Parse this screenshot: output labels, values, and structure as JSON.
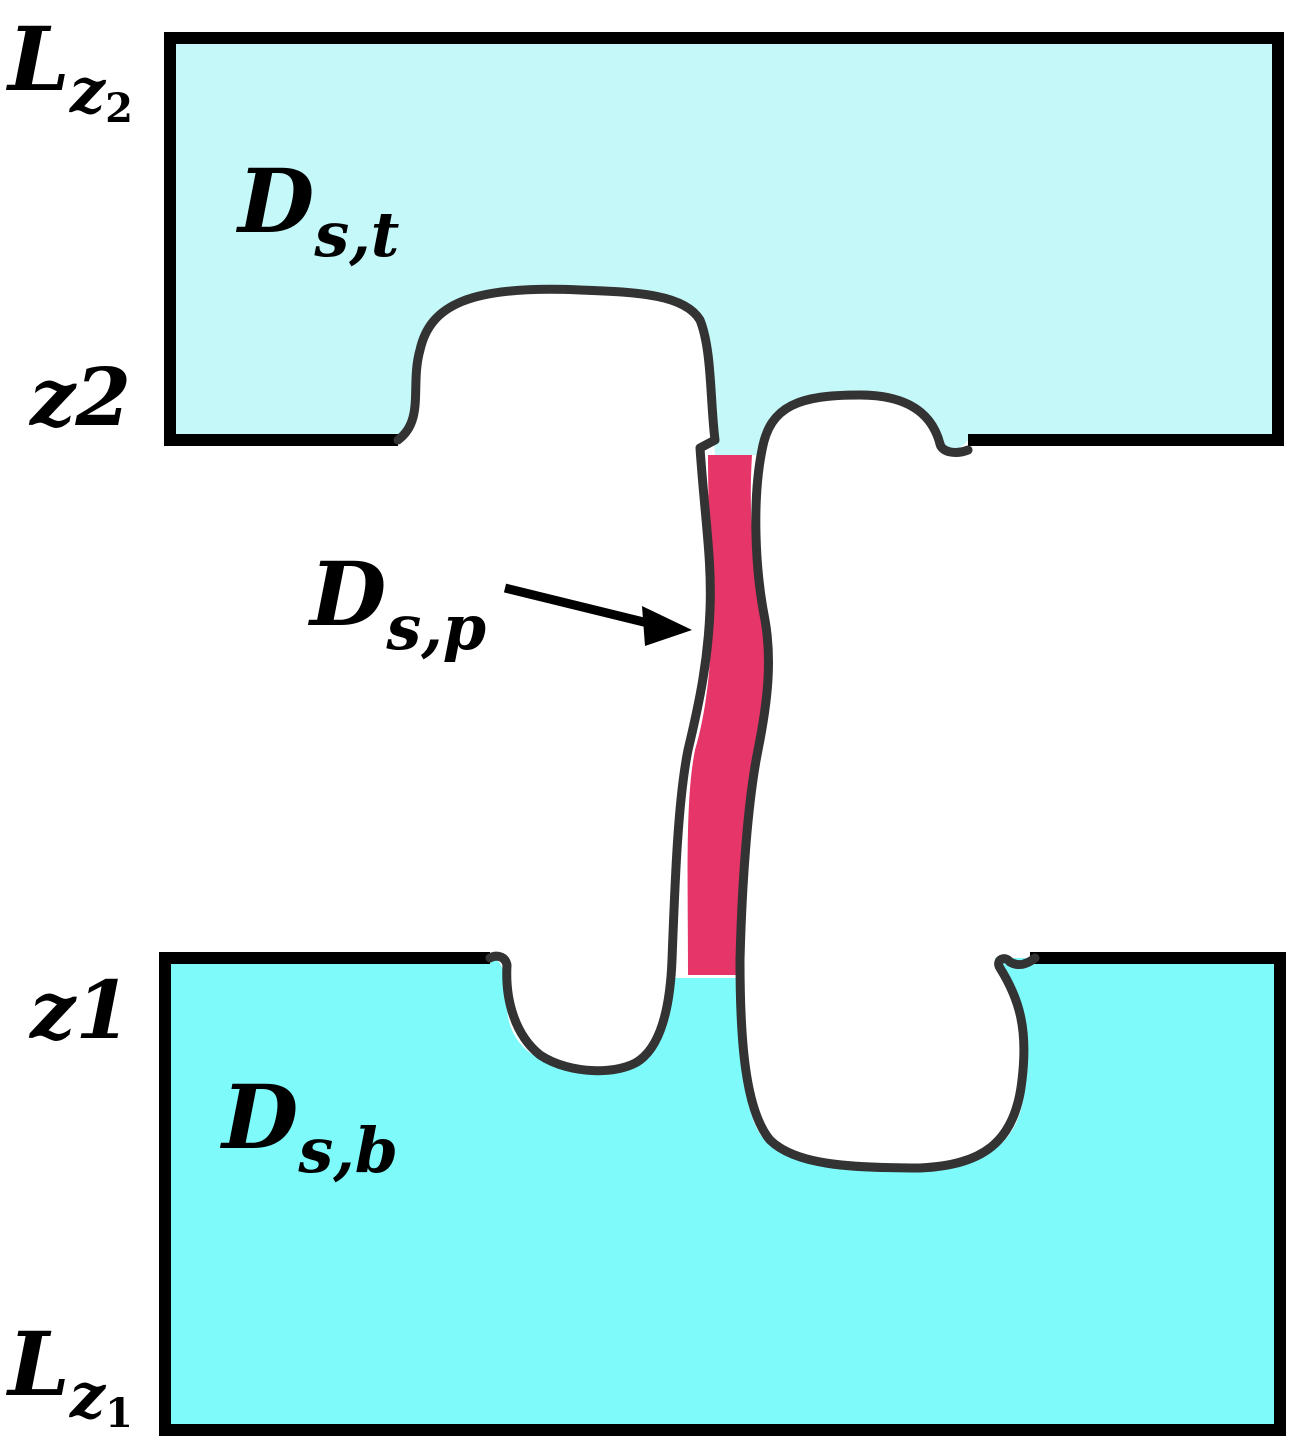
{
  "colors": {
    "top_region": "#c4f8f9",
    "bottom_region": "#7ffafa",
    "pore": "#e63568",
    "outline": "#000000",
    "wavy_outline": "#333333"
  },
  "labels": {
    "Lz2": {
      "main": "L",
      "sub": "z",
      "subsub": "2"
    },
    "z2": "z2",
    "z1": "z1",
    "Lz1": {
      "main": "L",
      "sub": "z",
      "subsub": "1"
    },
    "Ds_t": {
      "main": "D",
      "sub": "s,t"
    },
    "Ds_p": {
      "main": "D",
      "sub": "s,p"
    },
    "Ds_b": {
      "main": "D",
      "sub": "s,b"
    }
  }
}
